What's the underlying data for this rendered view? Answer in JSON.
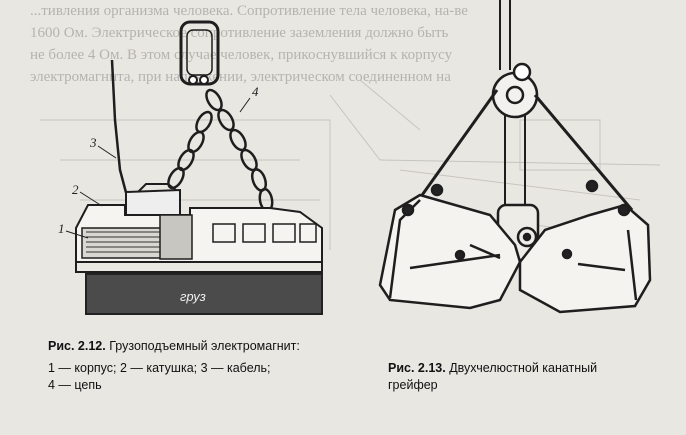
{
  "background_text": {
    "lines": [
      "...тивления организма человека. Сопротивление тела человека, на-ве",
      "1600 Ом. Электрическое сопротивление заземления должно быть",
      "не более 4 Ом. В этом случае человек, прикоснувшийся к корпусу",
      "электромагнита, при напряжении, электрическом соединенном на"
    ]
  },
  "figure1": {
    "labels": {
      "n1": "1",
      "n2": "2",
      "n3": "3",
      "n4": "4"
    },
    "load_label": "груз"
  },
  "caption1": {
    "prefix": "Рис. 2.12.",
    "title": "Грузоподъемный электромагнит:",
    "legend_line1": "1 — корпус; 2 — катушка; 3 — кабель;",
    "legend_line2": "4 — цепь"
  },
  "caption2": {
    "prefix": "Рис. 2.13.",
    "title_line1": "Двухчелюстной канатный",
    "title_line2": "грейфер"
  }
}
